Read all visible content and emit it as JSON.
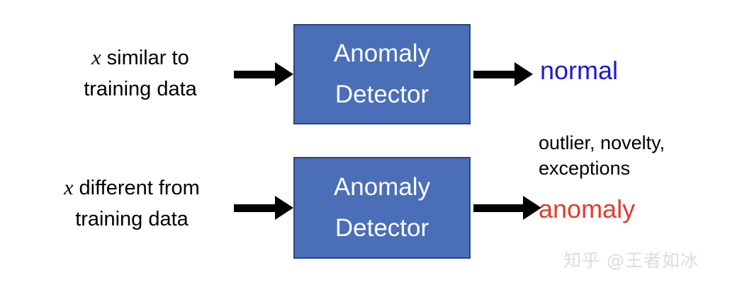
{
  "diagram": {
    "title": "Anomaly Detector block diagram",
    "colors": {
      "box_fill": "#4A6FB8",
      "box_border": "#2C4579",
      "box_text": "#FFFFFF",
      "arrow": "#000000",
      "normal_text": "#1E18D0",
      "anomaly_text": "#E03C2E",
      "body_text": "#000000",
      "background": "#FFFFFF",
      "watermark": "#DCDCDC"
    },
    "rows": [
      {
        "input": {
          "variable": "x",
          "line1_rest": " similar to",
          "line2": "training data"
        },
        "box": {
          "line1": "Anomaly",
          "line2": "Detector"
        },
        "output": "normal"
      },
      {
        "input": {
          "variable": "x",
          "line1_rest": " different from",
          "line2": "training data"
        },
        "box": {
          "line1": "Anomaly",
          "line2": "Detector"
        },
        "output": "anomaly"
      }
    ],
    "synonyms": {
      "line1": "outlier, novelty,",
      "line2": "exceptions"
    },
    "watermark": "知乎 @王者如冰"
  }
}
